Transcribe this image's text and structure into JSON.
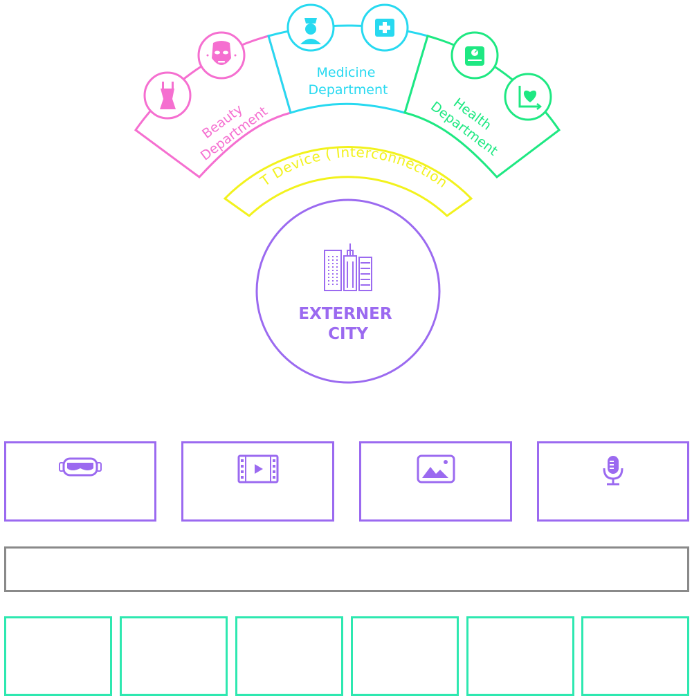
{
  "colors": {
    "beauty": "#f56fd0",
    "medicine": "#27d9f0",
    "health": "#1ee882",
    "iot": "#f2f21d",
    "city": "#9b6af0",
    "wide_box": "#8a8a8a",
    "bottom_boxes": "#2ee8b0"
  },
  "departments": {
    "beauty": {
      "line1": "Beauty",
      "line2": "Department",
      "icons": [
        "body-slimming-icon",
        "face-mask-icon"
      ]
    },
    "medicine": {
      "line1": "Medicine",
      "line2": "Department",
      "icons": [
        "nurse-icon",
        "medical-kit-icon"
      ]
    },
    "health": {
      "line1": "Health",
      "line2": "Department",
      "icons": [
        "weight-scale-icon",
        "heart-chart-icon"
      ]
    }
  },
  "iot": {
    "label": "IoT Device ( Interconnection )"
  },
  "city": {
    "line1": "EXTERNER",
    "line2": "CITY",
    "icon": "city-buildings-icon"
  },
  "media_boxes": [
    {
      "icon": "vr-goggles-icon"
    },
    {
      "icon": "video-film-icon"
    },
    {
      "icon": "image-picture-icon"
    },
    {
      "icon": "microphone-icon"
    }
  ],
  "wide_box": {
    "label": ""
  },
  "bottom_boxes": [
    {},
    {},
    {},
    {},
    {},
    {}
  ]
}
